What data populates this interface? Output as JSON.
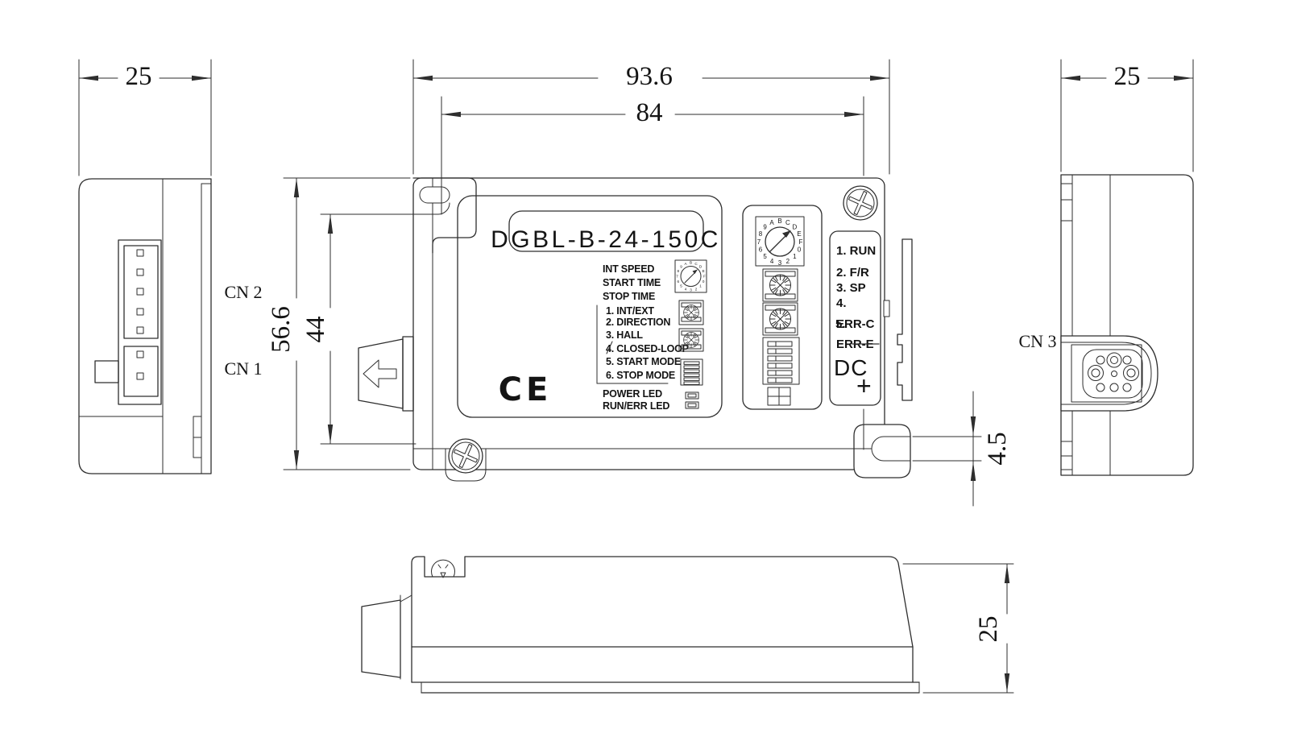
{
  "drawing": {
    "title_model": "DGBL-B-24-150C",
    "ce_mark": "CE",
    "dial_chars": "0123456789ABCDEF",
    "dimensions": {
      "left_view_width": "25",
      "overall_width": "93.6",
      "mounting_pitch": "84",
      "overall_height": "56.6",
      "mounting_height": "44",
      "slot_width": "4.5",
      "right_view_width": "25",
      "body_height": "25"
    },
    "connectors": {
      "cn1": "CN 1",
      "cn2": "CN 2",
      "cn3": "CN 3"
    },
    "legend": {
      "headers": [
        "INT SPEED",
        "START TIME",
        "STOP TIME"
      ],
      "dip_functions": [
        "1. INT/EXT",
        "2. DIRECTION",
        "3. HALL",
        "4. CLOSED-LOOP",
        "5. START MODE",
        "6. STOP MODE"
      ],
      "leds": [
        "POWER  LED",
        "RUN/ERR LED"
      ]
    },
    "terminal_panel": {
      "pins": [
        "1. RUN",
        "2. F/R",
        "3. SP",
        "4.",
        "5.",
        "ERR-C",
        "ERR-E"
      ],
      "dc_label": "DC",
      "plus": "+"
    }
  }
}
